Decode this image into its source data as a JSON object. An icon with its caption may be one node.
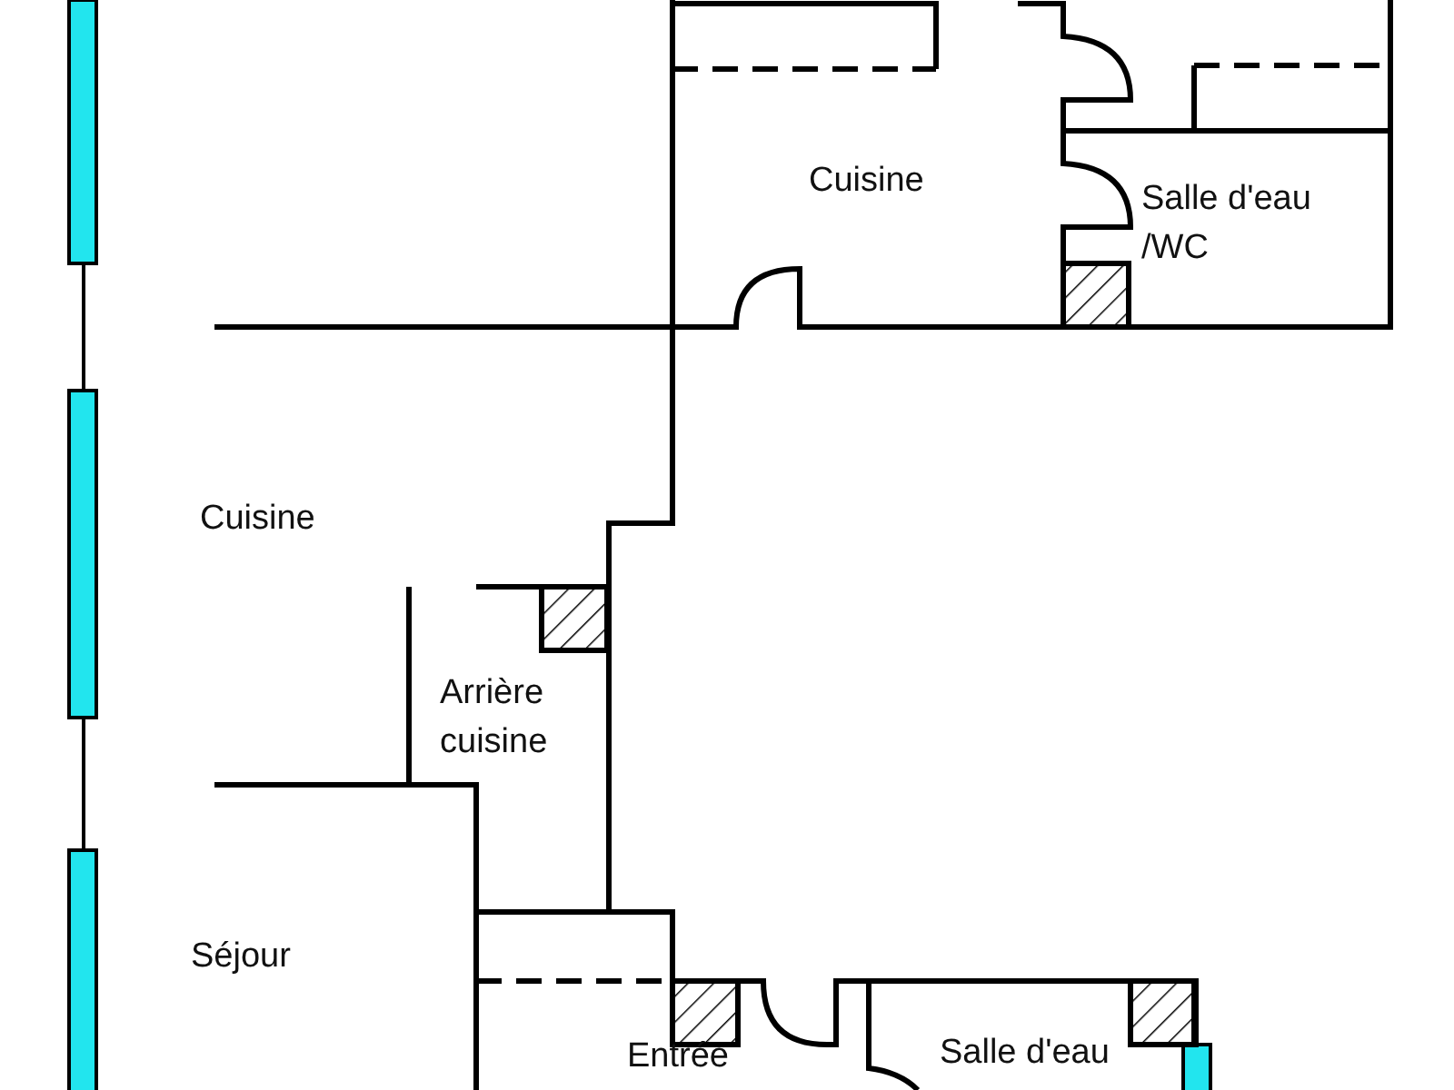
{
  "diagram": {
    "labels": [
      "Cuisine",
      "Salle d'eau /WC",
      "Cuisine",
      "Arrière cuisine",
      "Séjour",
      "Entrée",
      "Salle d'eau"
    ]
  }
}
